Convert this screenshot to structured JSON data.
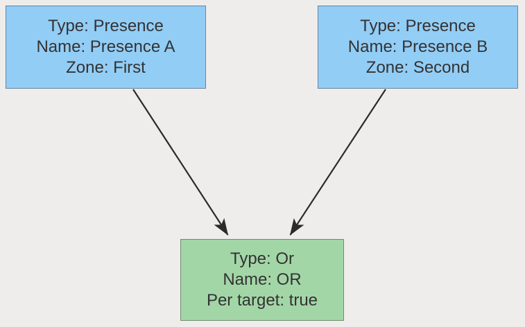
{
  "diagram": {
    "type": "flowchart",
    "background_color": "#eeedeb",
    "text_color": "#333333",
    "edge_color": "#2b2b2b",
    "nodes": [
      {
        "id": "presence-a",
        "shape": "rectangle",
        "fill": "#92cdf6",
        "stroke": "#6b8299",
        "lines": [
          "Type: Presence",
          "Name: Presence A",
          "Zone: First"
        ]
      },
      {
        "id": "presence-b",
        "shape": "rectangle",
        "fill": "#92cdf6",
        "stroke": "#6b8299",
        "lines": [
          "Type: Presence",
          "Name: Presence B",
          "Zone: Second"
        ]
      },
      {
        "id": "or",
        "shape": "rectangle",
        "fill": "#a3d6a7",
        "stroke": "#6e8c6e",
        "lines": [
          "Type: Or",
          "Name: OR",
          "Per target: true"
        ]
      }
    ],
    "edges": [
      {
        "id": "edge-a-to-or",
        "from": "presence-a",
        "to": "or",
        "arrowhead": "filled-triangle"
      },
      {
        "id": "edge-b-to-or",
        "from": "presence-b",
        "to": "or",
        "arrowhead": "filled-triangle"
      }
    ]
  }
}
